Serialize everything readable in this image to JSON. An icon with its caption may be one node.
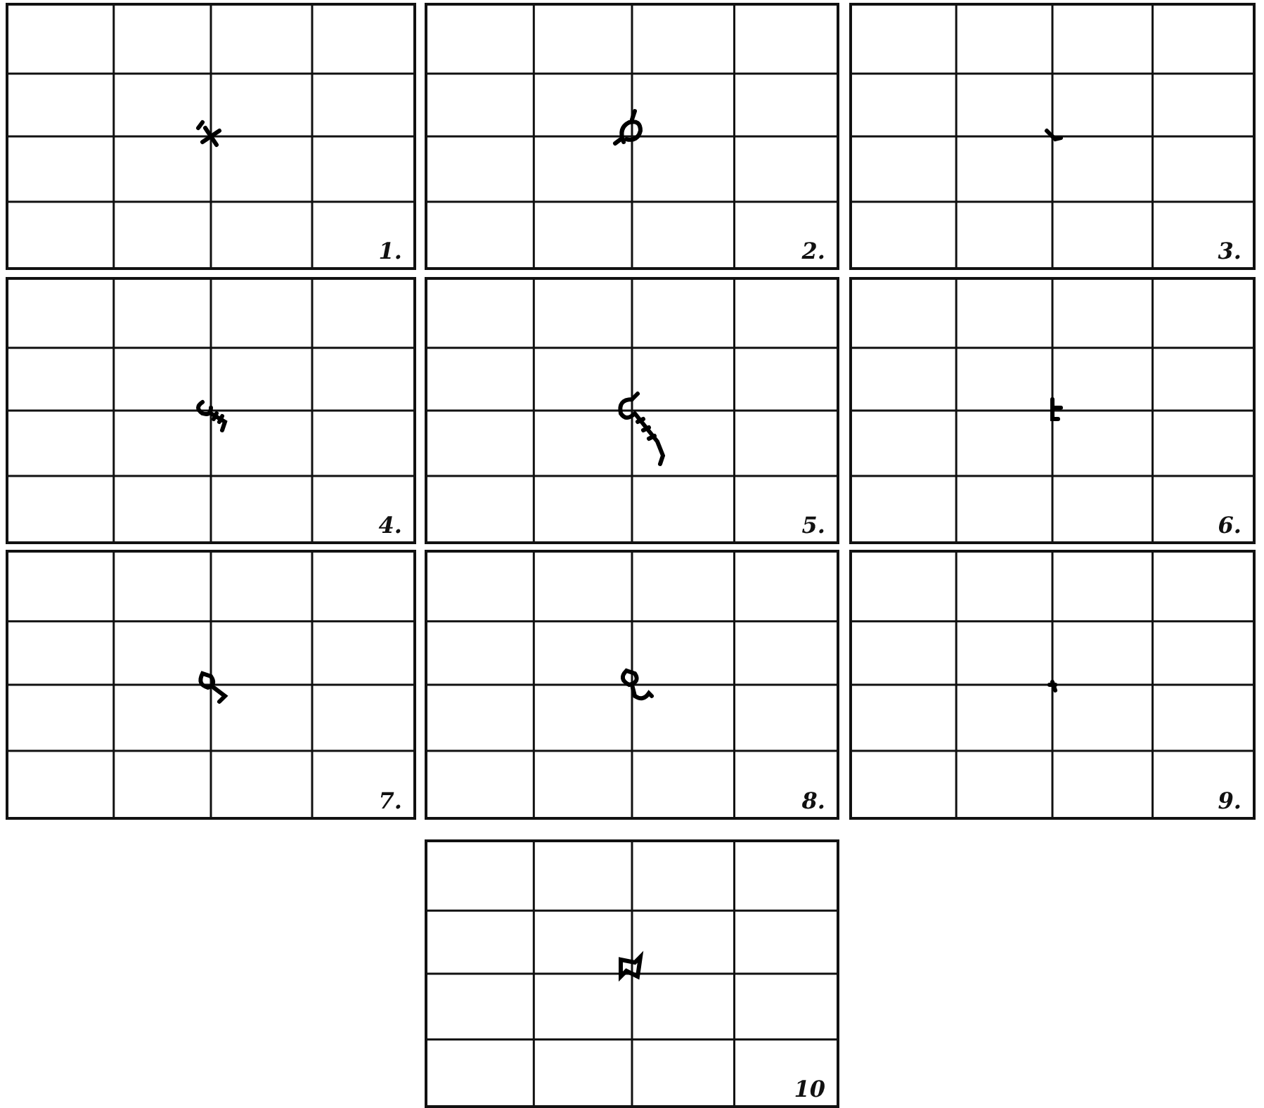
{
  "diagram": {
    "nodes": [
      {
        "text": [
          "1."
        ]
      },
      {
        "text": [
          "2."
        ]
      },
      {
        "text": [
          "3."
        ]
      },
      {
        "text": [
          "4."
        ]
      },
      {
        "text": [
          "5."
        ]
      },
      {
        "text": [
          "6."
        ]
      },
      {
        "text": [
          "7."
        ]
      },
      {
        "text": [
          "8."
        ]
      },
      {
        "text": [
          "9."
        ]
      },
      {
        "text": [
          "10"
        ]
      }
    ]
  }
}
